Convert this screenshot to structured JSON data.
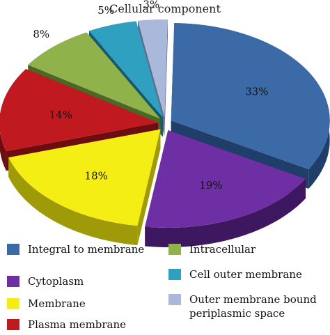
{
  "chart_data": {
    "type": "pie",
    "title": "Cellular component",
    "slices": [
      {
        "name": "Integral to membrane",
        "value": 33,
        "label": "33%",
        "color": "#3b6aa6",
        "side": "#1f3f6a"
      },
      {
        "name": "Cytoplasm",
        "value": 19,
        "label": "19%",
        "color": "#6e2fa4",
        "side": "#3d1760"
      },
      {
        "name": "Membrane",
        "value": 18,
        "label": "18%",
        "color": "#f4ee14",
        "side": "#9e9a08"
      },
      {
        "name": "Plasma membrane",
        "value": 14,
        "label": "14%",
        "color": "#c0191f",
        "side": "#6c0d10"
      },
      {
        "name": "Intracellular",
        "value": 8,
        "label": "8%",
        "color": "#8fb24a",
        "side": "#4f6626"
      },
      {
        "name": "Cell outer membrane",
        "value": 5,
        "label": "5%",
        "color": "#2fa0c0",
        "side": "#16596d"
      },
      {
        "name": "Outer membrane bound periplasmic space",
        "value": 3,
        "label": "3%",
        "color": "#aab8dc",
        "side": "#626e8c"
      }
    ],
    "legend_position": "bottom"
  },
  "legend": [
    {
      "label": "Integral to membrane",
      "color": "#3b6aa6"
    },
    {
      "label": "Cytoplasm",
      "color": "#6e2fa4"
    },
    {
      "label": "Membrane",
      "color": "#f4ee14"
    },
    {
      "label": "Plasma membrane",
      "color": "#c0191f"
    },
    {
      "label": "Intracellular",
      "color": "#8fb24a"
    },
    {
      "label": "Cell outer membrane",
      "color": "#2fa0c0"
    },
    {
      "label": "Outer membrane bound periplasmic space",
      "color": "#aab8dc"
    }
  ]
}
